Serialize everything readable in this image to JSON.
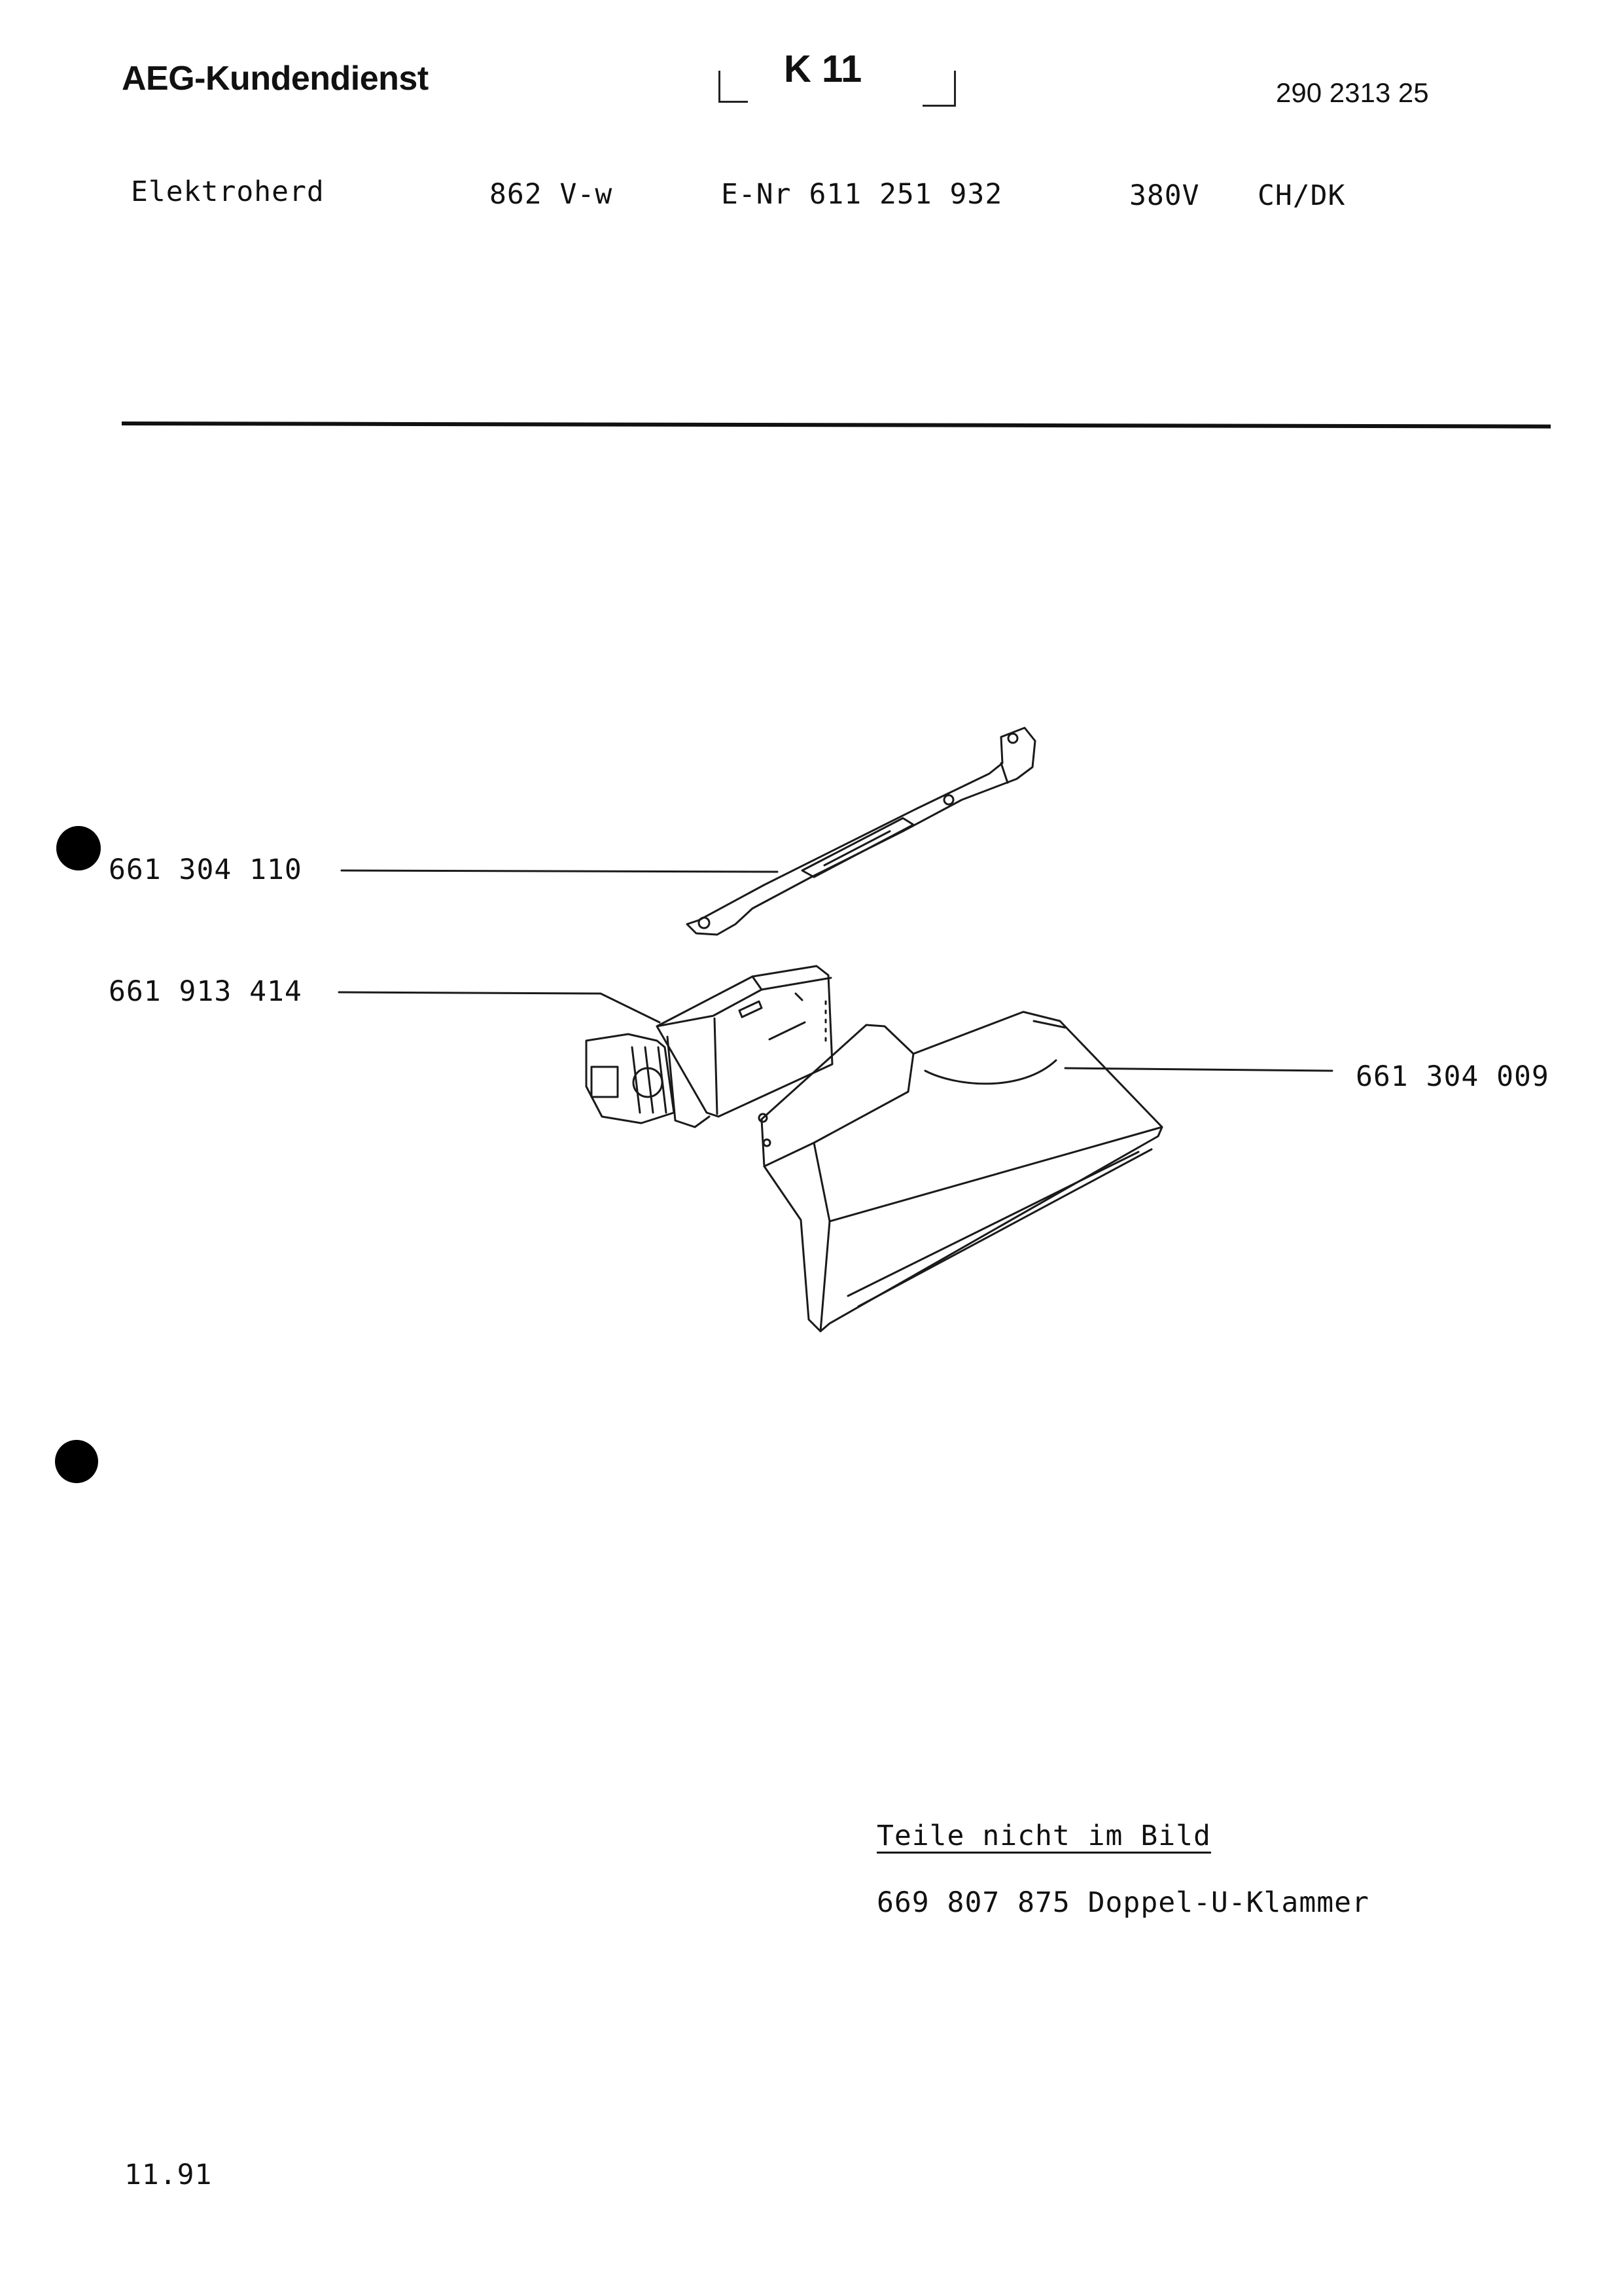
{
  "header": {
    "brand": "AEG-Kundendienst",
    "sheet_code": "K 11",
    "doc_number": "290 2313 25"
  },
  "appliance": {
    "type": "Elektroherd",
    "model": "862 V-w",
    "e_nr": "E-Nr 611 251 932",
    "voltage": "380V",
    "countries": "CH/DK"
  },
  "parts": [
    {
      "number": "661 304 110"
    },
    {
      "number": "661 913 414"
    },
    {
      "number": "661 304 009"
    }
  ],
  "not_in_picture": {
    "heading": "Teile nicht im Bild",
    "items": [
      {
        "text": "669 807 875 Doppel-U-Klammer"
      }
    ]
  },
  "footer": {
    "date": "11.91"
  }
}
